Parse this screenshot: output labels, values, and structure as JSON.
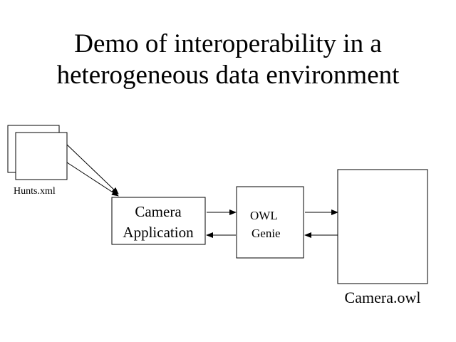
{
  "slide": {
    "title_line1": "Demo of interoperability in a",
    "title_line2": "heterogeneous data environment"
  },
  "diagram": {
    "hunts_label": "Hunts.xml",
    "camera_app_line1": "Camera",
    "camera_app_line2": "Application",
    "owl_genie_line1": "OWL",
    "owl_genie_line2": "Genie",
    "camera_owl_label": "Camera.owl"
  }
}
